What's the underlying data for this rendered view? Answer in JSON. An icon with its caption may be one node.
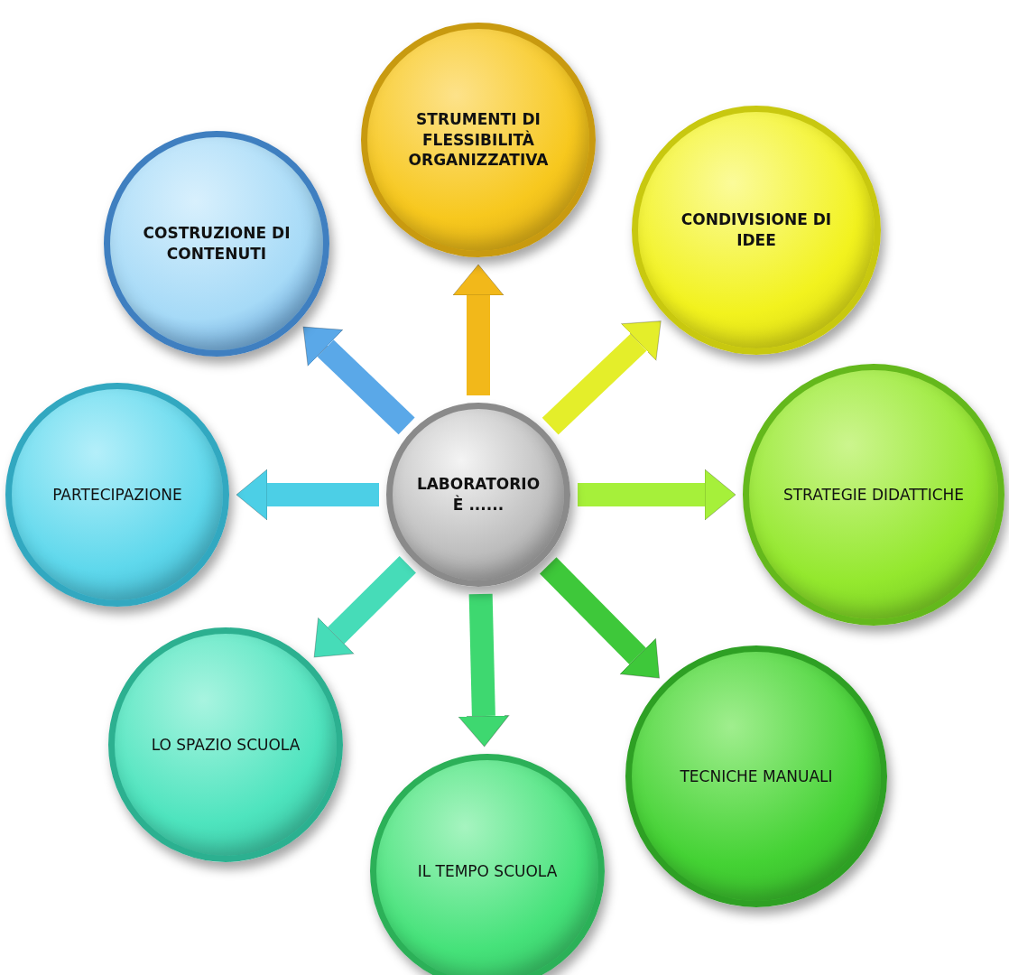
{
  "diagram": {
    "nodes": [
      {
        "text": [
          "LABORATORIO È ......"
        ]
      },
      {
        "text": [
          "COSTRUZIONE DI CONTENUTI"
        ]
      },
      {
        "text": [
          "STRUMENTI DI FLESSIBILITÀ ORGANIZZATIVA"
        ]
      },
      {
        "text": [
          "CONDIVISIONE DI IDEE"
        ]
      },
      {
        "text": [
          "PARTECIPAZIONE"
        ]
      },
      {
        "text": [
          "STRATEGIE DIDATTICHE"
        ]
      },
      {
        "text": [
          "LO SPAZIO SCUOLA"
        ]
      },
      {
        "text": [
          "TECNICHE MANUALI"
        ]
      },
      {
        "text": [
          "IL TEMPO SCUOLA"
        ]
      }
    ],
    "edges": [
      {
        "from": 0,
        "to": 1,
        "arrow": "to",
        "color": "#5aa8e8"
      },
      {
        "from": 0,
        "to": 2,
        "arrow": "to",
        "color": "#f2b81a"
      },
      {
        "from": 0,
        "to": 3,
        "arrow": "to",
        "color": "#e4ee2a"
      },
      {
        "from": 0,
        "to": 4,
        "arrow": "to",
        "color": "#4ccfe6"
      },
      {
        "from": 0,
        "to": 5,
        "arrow": "to",
        "color": "#a6f03a"
      },
      {
        "from": 0,
        "to": 6,
        "arrow": "to",
        "color": "#46dcb8"
      },
      {
        "from": 0,
        "to": 7,
        "arrow": "to",
        "color": "#3ec83a"
      },
      {
        "from": 0,
        "to": 8,
        "arrow": "to",
        "color": "#3ed870"
      }
    ]
  }
}
